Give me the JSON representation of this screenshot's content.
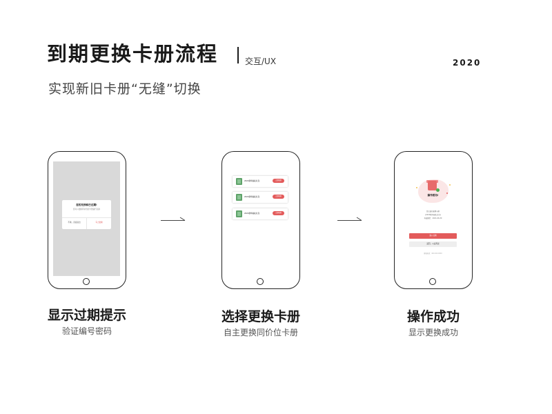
{
  "header": {
    "title": "到期更换卡册流程",
    "tag": "交互/UX",
    "year": "2020",
    "subtitle": "实现新旧卡册“无缝”切换"
  },
  "steps": [
    {
      "title": "显示过期提示",
      "subtitle": "验证编号密码"
    },
    {
      "title": "选择更换卡册",
      "subtitle": "自主更换同价位卡册"
    },
    {
      "title": "操作成功",
      "subtitle": "显示更换成功"
    }
  ],
  "screen1": {
    "dialog_title": "您的兑换码已过期!",
    "dialog_desc": "您可以更换同价位的卡册进行兑换",
    "cancel_label": "不换，直接退出",
    "confirm_label": "马上更换"
  },
  "screen2": {
    "cards": [
      {
        "name": "2020新年福礼礼包",
        "button": "立即更换"
      },
      {
        "name": "2020新年福礼礼包",
        "button": "立即更换"
      },
      {
        "name": "2020新年福礼礼包",
        "button": "立即更换"
      }
    ]
  },
  "screen3": {
    "success_title": "操作成功!",
    "info_lines": [
      "您已成功更换卡册",
      "《2020新年福礼礼包》",
      "有效期至：2021-06-30"
    ],
    "primary_button": "进入兑换",
    "secondary_button": "返回，以后再说",
    "footer": "客服热线：400-000-0000"
  },
  "colors": {
    "accent": "#e35b5b",
    "success": "#4caf50",
    "dialog_overlay": "#d9d9d9"
  }
}
